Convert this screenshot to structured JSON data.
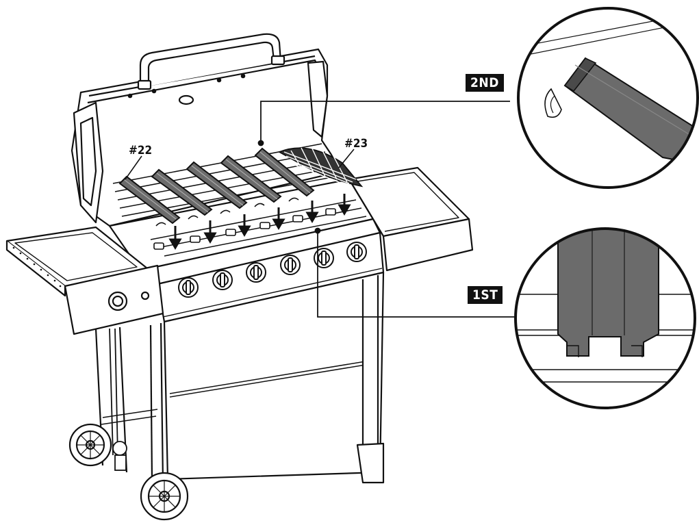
{
  "labels": {
    "part_22": "#22",
    "part_23": "#23",
    "step_2": "2ND",
    "step_1": "1ST"
  },
  "colors": {
    "stroke": "#111111",
    "bar_fill": "#6b6b6b",
    "bar_dark": "#4a4a4a",
    "tag_bg": "#111111",
    "tag_text": "#ffffff"
  }
}
